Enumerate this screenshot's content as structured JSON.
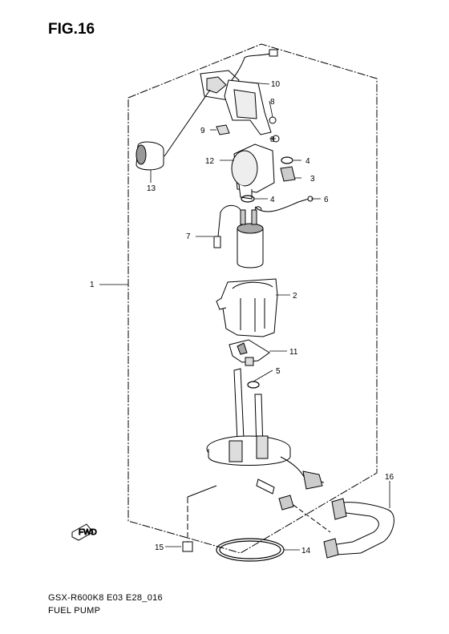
{
  "figure": {
    "title": "FIG.16",
    "model_code": "GSX-R600K8 E03 E28_016",
    "caption": "FUEL PUMP"
  },
  "callouts": [
    "1",
    "2",
    "3",
    "4",
    "4",
    "5",
    "6",
    "7",
    "8",
    "8",
    "9",
    "10",
    "11",
    "12",
    "13",
    "14",
    "15",
    "16"
  ],
  "direction_tag": "FWD"
}
